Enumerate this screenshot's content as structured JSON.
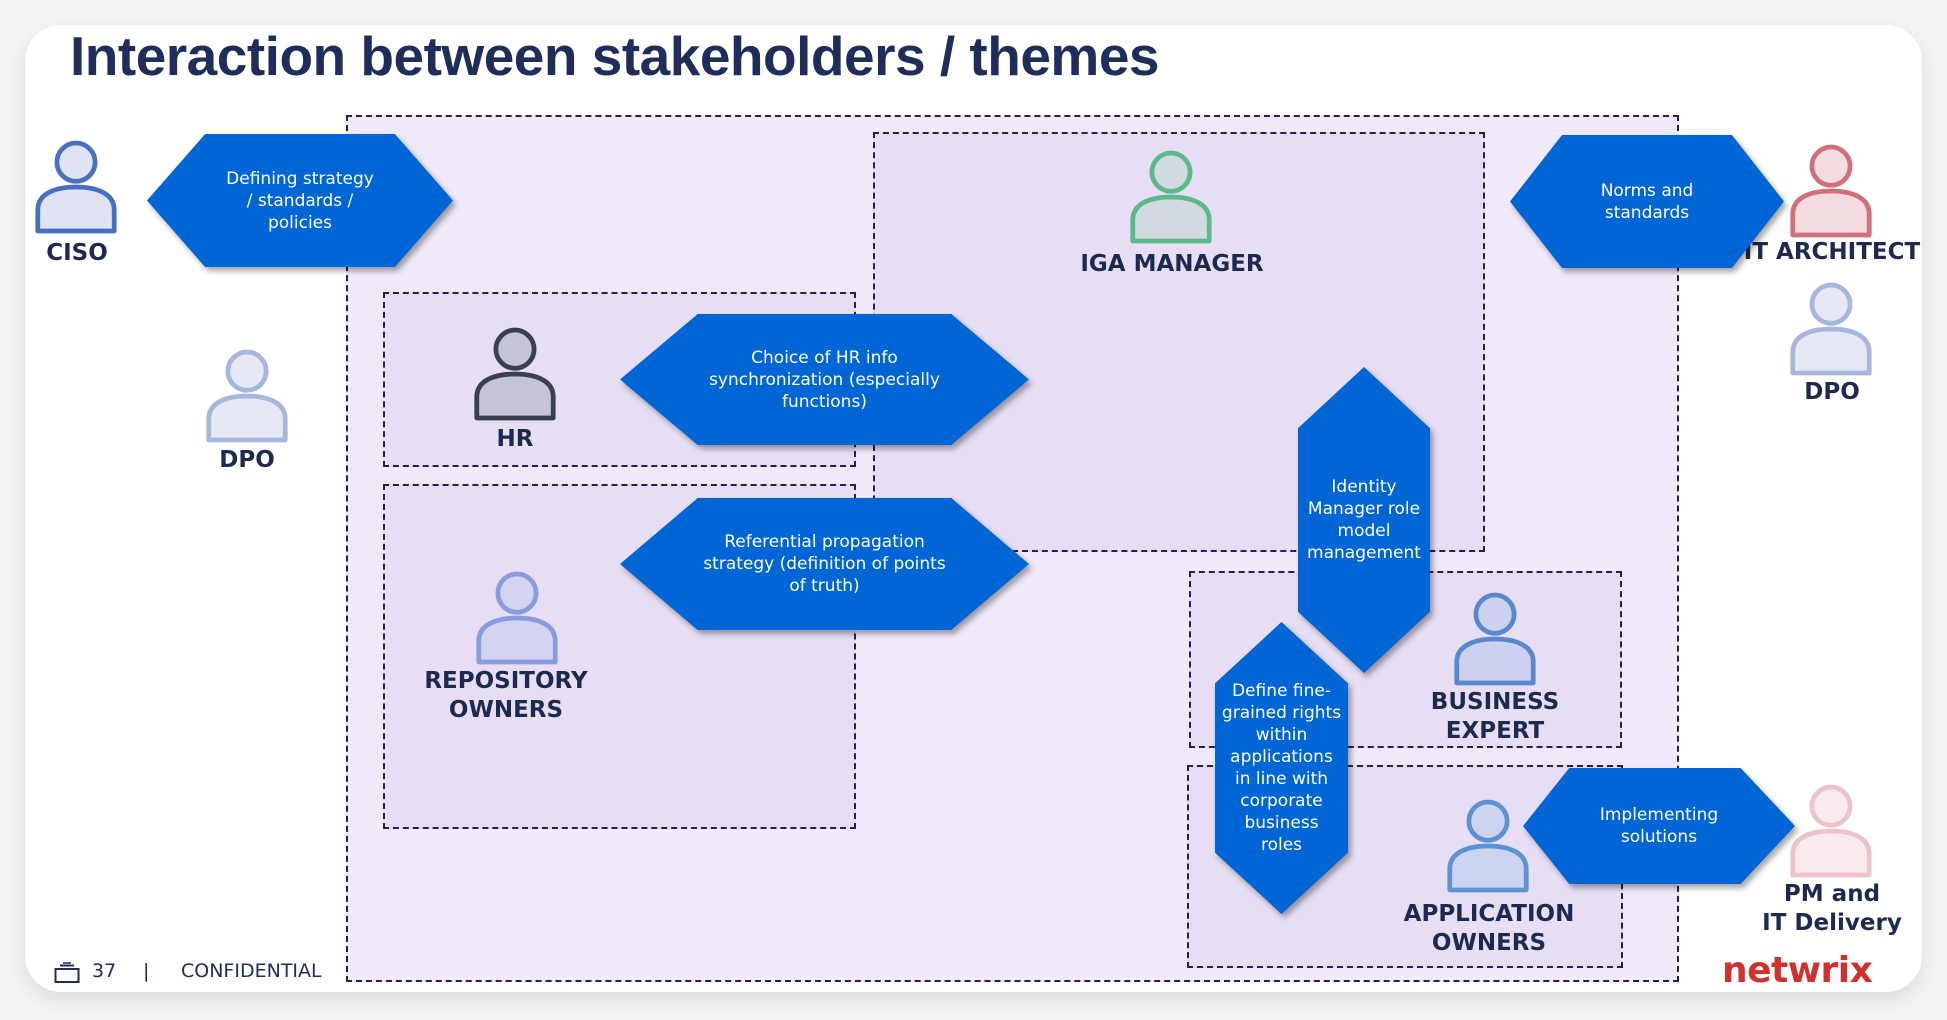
{
  "slide": {
    "title": "Interaction between stakeholders / themes",
    "page_number": "37",
    "separator": "|",
    "classification": "CONFIDENTIAL",
    "logo_text": "netwrix",
    "colors": {
      "title": "#1e2d5a",
      "hexagon": "#0066d6",
      "outer_zone": "#efe9f9",
      "inner_zone": "#e7def5",
      "logo": "#d0312d"
    }
  },
  "stakeholders": {
    "ciso": {
      "label": "CISO",
      "icon": "person-icon",
      "color": "#4a6fc1"
    },
    "dpo_left": {
      "label": "DPO",
      "icon": "person-icon",
      "color": "#9fb0d8"
    },
    "hr": {
      "label": "HR",
      "icon": "person-icon",
      "color": "#3a3f4e"
    },
    "repository_owners": {
      "label_line1": "REPOSITORY",
      "label_line2": "OWNERS",
      "icon": "person-icon",
      "color": "#8a9be0"
    },
    "iga_manager": {
      "label": "IGA MANAGER",
      "icon": "person-icon",
      "color": "#5cb98a"
    },
    "business_expert": {
      "label_line1": "BUSINESS",
      "label_line2": "EXPERT",
      "icon": "person-icon",
      "color": "#5a88cc"
    },
    "application_owners": {
      "label_line1": "APPLICATION",
      "label_line2": "OWNERS",
      "icon": "person-icon",
      "color": "#5a92d4"
    },
    "it_architect": {
      "label": "IT ARCHITECT",
      "icon": "person-icon",
      "color": "#d0707a"
    },
    "dpo_right": {
      "label": "DPO",
      "icon": "person-icon",
      "color": "#9fb0d8"
    },
    "pm_it_delivery": {
      "label_line1": "PM and",
      "label_line2": "IT Delivery",
      "icon": "person-icon",
      "color": "#e8b7bd"
    }
  },
  "themes": {
    "defining_strategy": [
      "Defining strategy",
      "/ standards /",
      "policies"
    ],
    "norms_standards": [
      "Norms and",
      "standards"
    ],
    "hr_sync": [
      "Choice of HR info",
      "synchronization (especially",
      "functions)"
    ],
    "referential_propagation": [
      "Referential propagation",
      "strategy (definition of points",
      "of truth)"
    ],
    "identity_manager_role": [
      "Identity",
      "Manager role",
      "model",
      "management"
    ],
    "fine_grained_rights": [
      "Define fine-",
      "grained rights",
      "within",
      "applications",
      "in line with",
      "corporate",
      "business",
      "roles"
    ],
    "implementing_solutions": [
      "Implementing",
      "solutions"
    ]
  }
}
